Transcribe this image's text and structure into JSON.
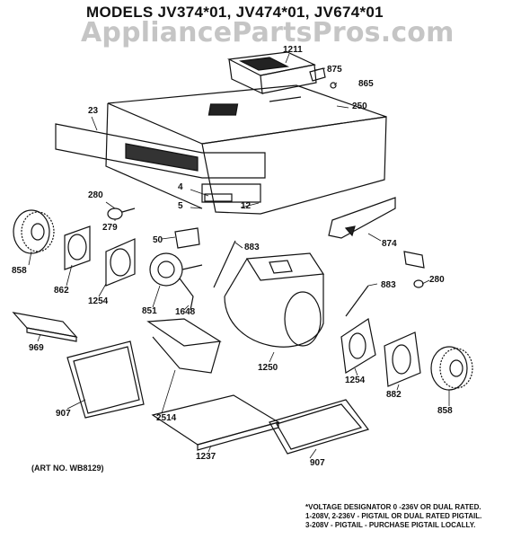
{
  "header": {
    "title": "MODELS JV374*01, JV474*01, JV674*01",
    "watermark": "AppliancePartsPros.com"
  },
  "labels": {
    "p1211": "1211",
    "p875": "875",
    "p865": "865",
    "p23": "23",
    "p250": "250",
    "p4": "4",
    "p280a": "280",
    "p5": "5",
    "p12": "12",
    "p279": "279",
    "p50": "50",
    "p883a": "883",
    "p874": "874",
    "p858a": "858",
    "p862": "862",
    "p1254a": "1254",
    "p851": "851",
    "p1648": "1648",
    "p883b": "883",
    "p280b": "280",
    "p969": "969",
    "p1250": "1250",
    "p1254b": "1254",
    "p882": "882",
    "p858b": "858",
    "p907a": "907",
    "p2514": "2514",
    "p1237": "1237",
    "p907b": "907"
  },
  "art_no": "(ART NO. WB8129)",
  "footnote": [
    "*VOLTAGE DESIGNATOR 0 -236V OR DUAL RATED.",
    "1-208V, 2-236V - PIGTAIL OR DUAL RATED PIGTAIL.",
    "3-208V - PIGTAIL - PURCHASE PIGTAIL LOCALLY."
  ]
}
